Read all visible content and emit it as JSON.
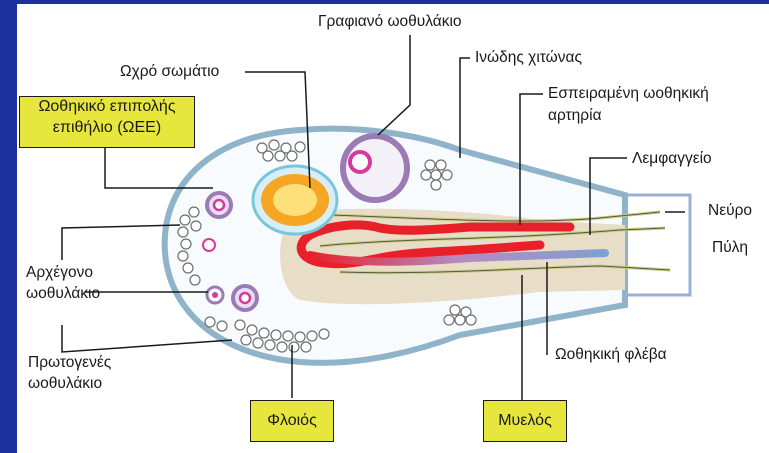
{
  "labels": {
    "graafian": "Γραφιανό ωοθυλάκιο",
    "corpus_luteum": "Ωχρό σωμάτιο",
    "tunica": "Ινώδης χιτώνας",
    "artery_line1": "Εσπειραμένη ωοθηκική",
    "artery_line2": "αρτηρία",
    "lymph": "Λεμφαγγείο",
    "nerve": "Νεύρο",
    "hilum": "Πύλη",
    "primordial_line1": "Αρχέγονο",
    "primordial_line2": "ωοθυλάκιο",
    "primary_line1": "Πρωτογενές",
    "primary_line2": "ωοθυλάκιο",
    "vein": "Ωοθηκική φλέβα"
  },
  "boxes": {
    "ose_line1": "Ωοθηκικό επιπολής",
    "ose_line2": "επιθήλιο (ΩΕΕ)",
    "cortex": "Φλοιός",
    "medulla": "Μυελός"
  },
  "colors": {
    "left_bar": "#1e2fa0",
    "top_bar": "#1e2fa0",
    "outline": "#8fb3c8",
    "medulla_fill": "#e8ddc6",
    "artery": "#e8202a",
    "vein": "#7f9fd6",
    "label_box": "#e6e63c",
    "follicle_ring": "#9b7bb5"
  }
}
